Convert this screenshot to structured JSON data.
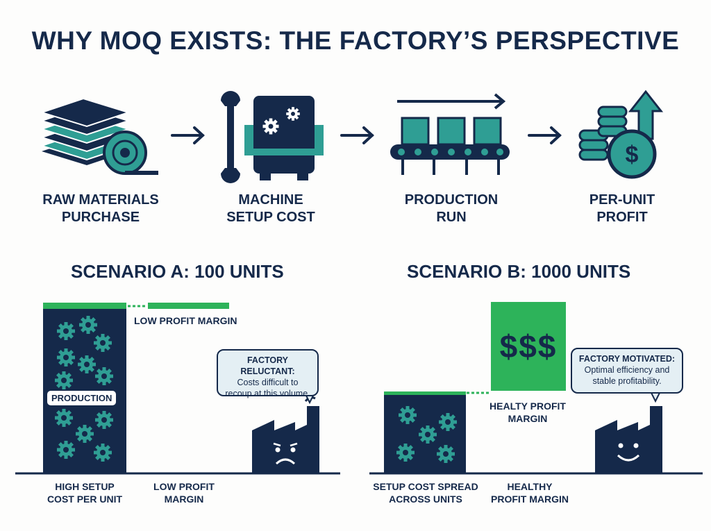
{
  "title": "WHY MOQ EXISTS: THE FACTORY’S PERSPECTIVE",
  "steps": [
    {
      "line1": "RAW MATERIALS",
      "line2": "PURCHASE",
      "icon": "material-stack-icon"
    },
    {
      "line1": "MACHINE",
      "line2": "SETUP COST",
      "icon": "machine-gear-icon"
    },
    {
      "line1": "PRODUCTION",
      "line2": "RUN",
      "icon": "conveyor-icon"
    },
    {
      "line1": "PER-UNIT",
      "line2": "PROFIT",
      "icon": "coins-growth-icon"
    }
  ],
  "scenario_a": {
    "title": "SCENARIO A: 100 UNITS",
    "production_tag": "PRODUCTION",
    "margin_label": "LOW PROFIT MARGIN",
    "bubble_title": "FACTORY RELUCTANT:",
    "bubble_text": "Costs difficult to recoup at this volume.",
    "axis_label_1_line1": "HIGH SETUP",
    "axis_label_1_line2": "COST PER UNIT",
    "axis_label_2_line1": "LOW PROFIT",
    "axis_label_2_line2": "MARGIN"
  },
  "scenario_b": {
    "title": "SCENARIO B: 1000 UNITS",
    "dollar_text": "$$$",
    "margin_label_line1": "HEALTY PROFIT",
    "margin_label_line2": "MARGIN",
    "bubble_title": "FACTORY MOTIVATED:",
    "bubble_text": "Optimal efficiency and stable profitability.",
    "axis_label_1_line1": "SETUP COST SPREAD",
    "axis_label_1_line2": "ACROSS UNITS",
    "axis_label_2_line1": "HEALTHY",
    "axis_label_2_line2": "PROFIT MARGIN"
  },
  "colors": {
    "navy": "#15294a",
    "teal": "#2f9e94",
    "green": "#2db35a",
    "bubble": "#e4eff4"
  }
}
